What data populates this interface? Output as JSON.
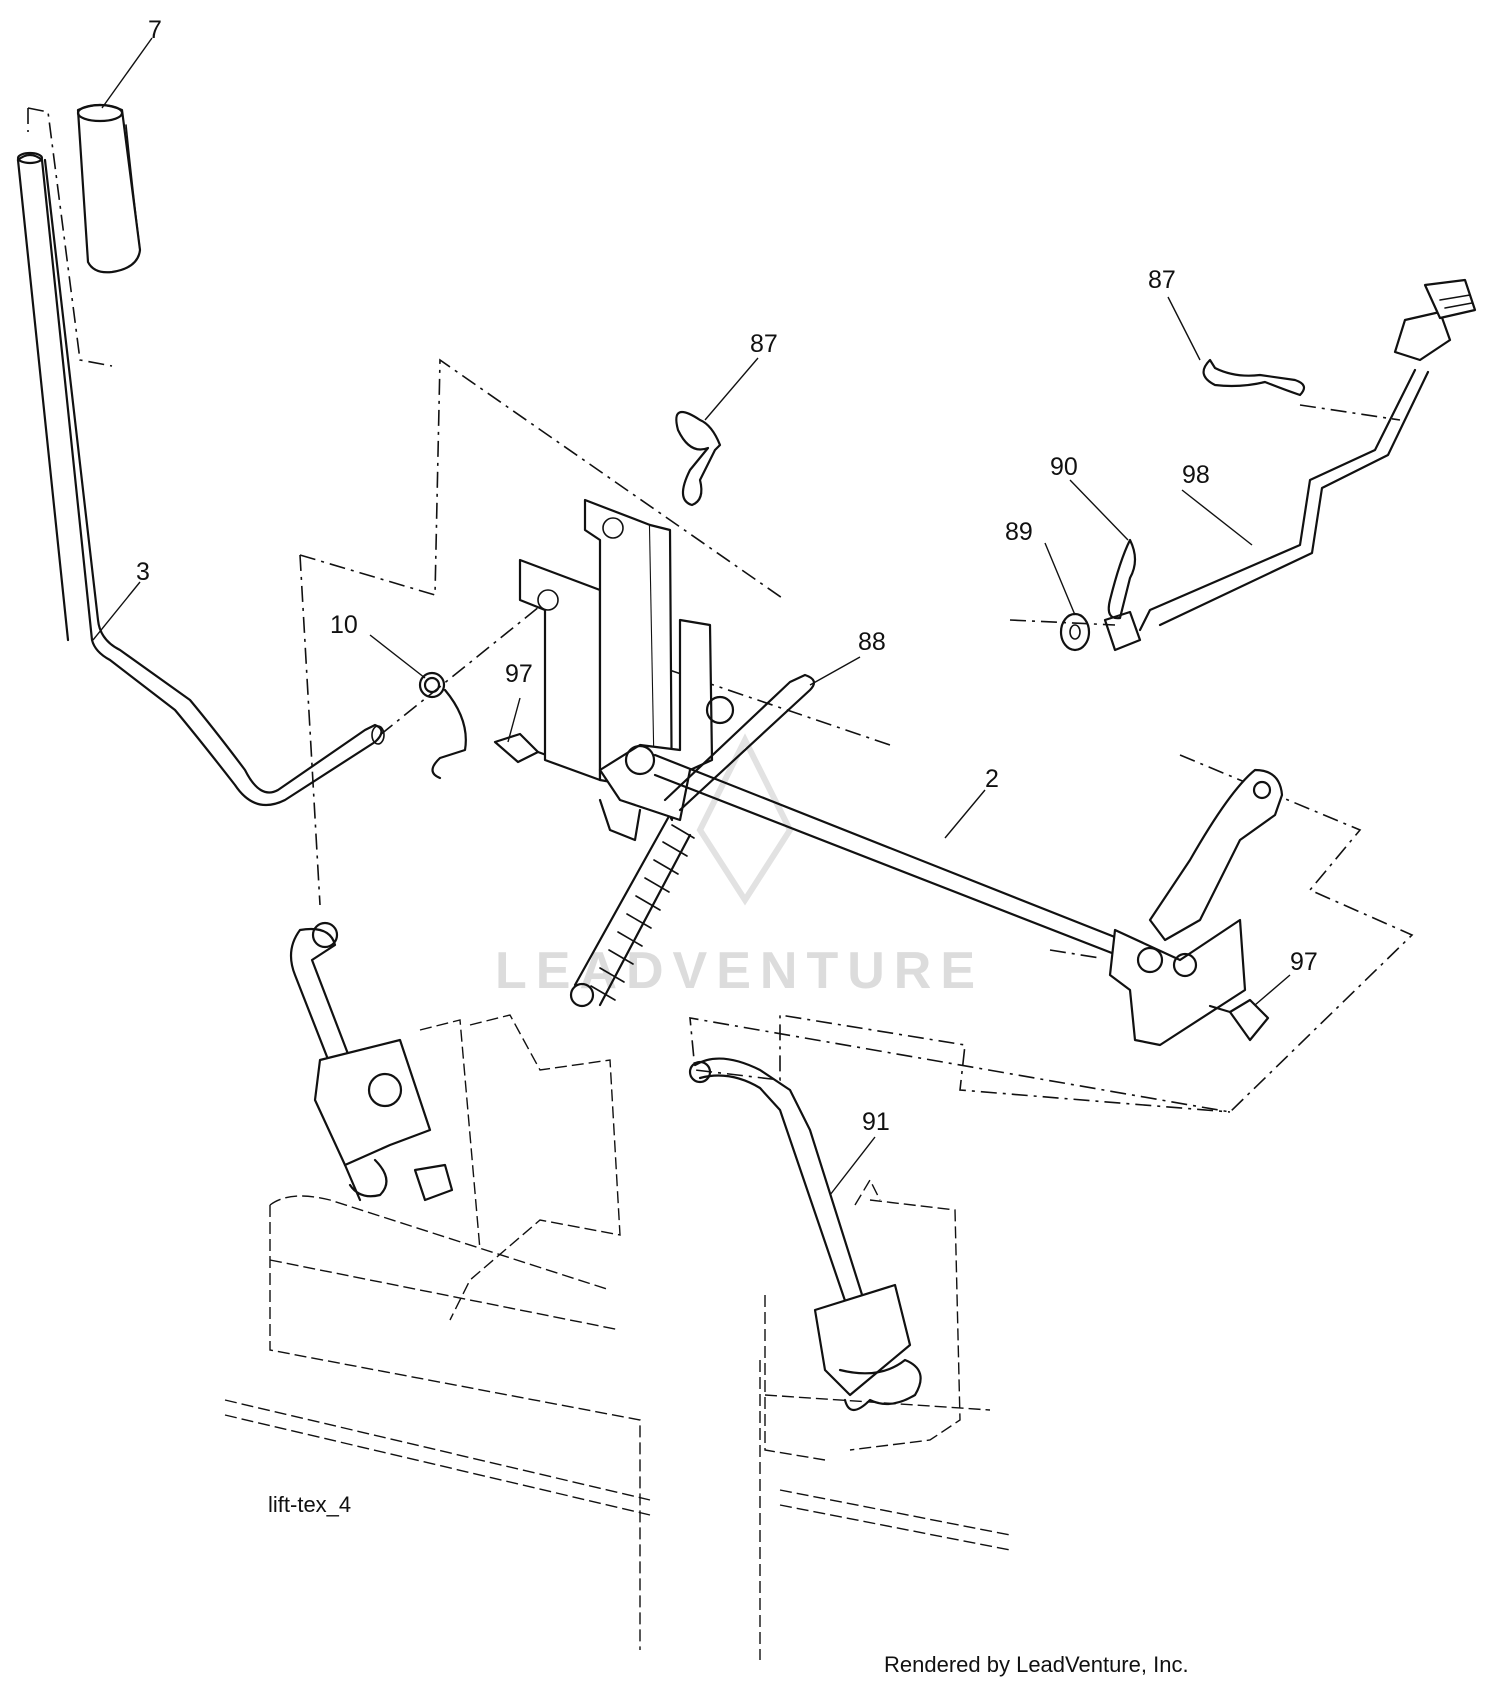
{
  "diagram": {
    "callouts": [
      {
        "id": "7",
        "label": "7"
      },
      {
        "id": "3",
        "label": "3"
      },
      {
        "id": "10",
        "label": "10"
      },
      {
        "id": "97a",
        "label": "97"
      },
      {
        "id": "87a",
        "label": "87"
      },
      {
        "id": "88",
        "label": "88"
      },
      {
        "id": "2",
        "label": "2"
      },
      {
        "id": "87b",
        "label": "87"
      },
      {
        "id": "90",
        "label": "90"
      },
      {
        "id": "89",
        "label": "89"
      },
      {
        "id": "98",
        "label": "98"
      },
      {
        "id": "97b",
        "label": "97"
      },
      {
        "id": "91",
        "label": "91"
      }
    ],
    "drawing_tag": "lift-tex_4",
    "watermark": "LEADVENTURE",
    "footer": "Rendered by LeadVenture, Inc."
  }
}
